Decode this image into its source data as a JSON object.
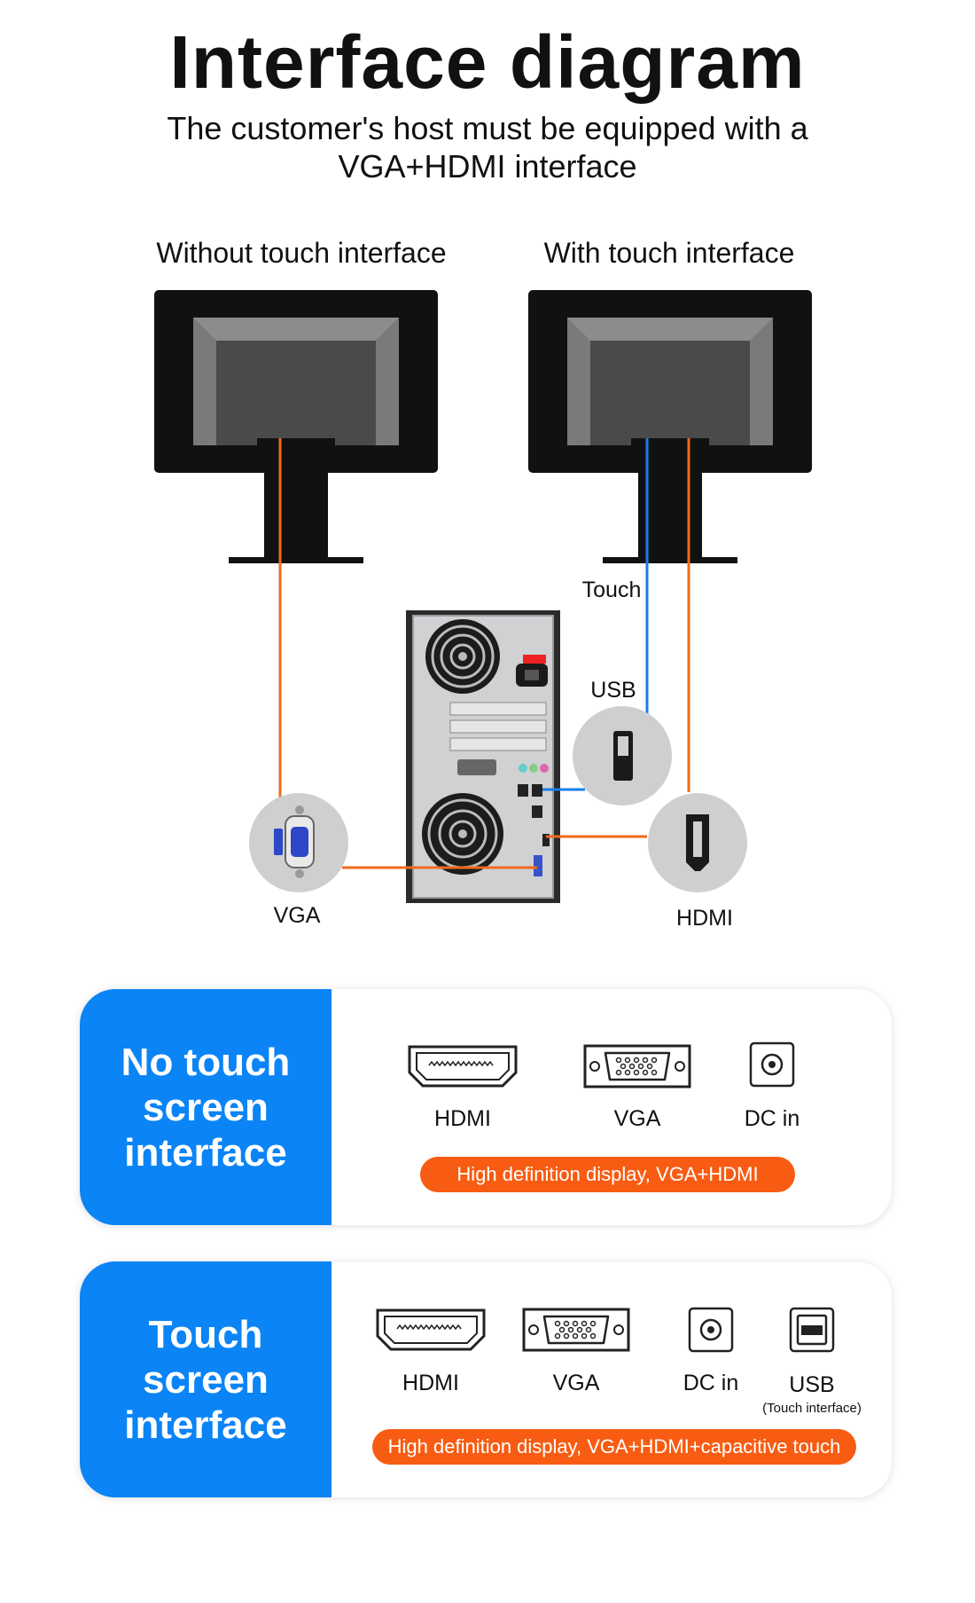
{
  "title": "Interface diagram",
  "subtitle": "The customer's host must be equipped with a VGA+HDMI interface",
  "diagram": {
    "left_heading": "Without touch interface",
    "right_heading": "With touch interface",
    "label_touch": "Touch",
    "label_usb": "USB",
    "label_vga": "VGA",
    "label_hdmi": "HDMI"
  },
  "cards": [
    {
      "heading": "No touch screen interface",
      "ports": [
        {
          "icon": "hdmi-port-icon",
          "label": "HDMI"
        },
        {
          "icon": "vga-port-icon",
          "label": "VGA"
        },
        {
          "icon": "dc-in-port-icon",
          "label": "DC in"
        }
      ],
      "pill": "High definition display, VGA+HDMI"
    },
    {
      "heading": "Touch screen interface",
      "ports": [
        {
          "icon": "hdmi-port-icon",
          "label": "HDMI"
        },
        {
          "icon": "vga-port-icon",
          "label": "VGA"
        },
        {
          "icon": "dc-in-port-icon",
          "label": "DC in"
        },
        {
          "icon": "usb-port-icon",
          "label": "USB",
          "note": "(Touch interface)"
        }
      ],
      "pill": "High definition display, VGA+HDMI+capacitive touch"
    }
  ],
  "colors": {
    "accent_blue": "#0b84f5",
    "accent_orange": "#f85c12",
    "cable_orange": "#f06a1c",
    "cable_blue": "#1a7ee8",
    "monitor_black": "#111111"
  }
}
